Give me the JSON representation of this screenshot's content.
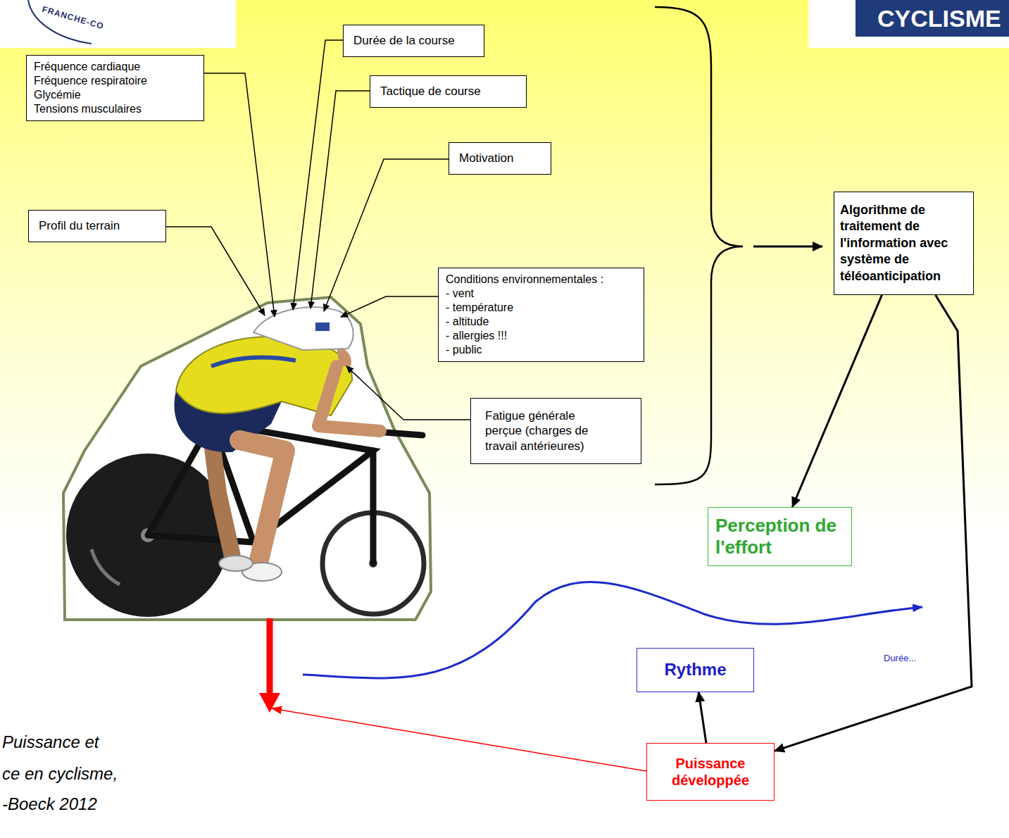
{
  "diagram": {
    "nodes": [
      {
        "text": [
          "Fréquence cardiaque",
          "Fréquence respiratoire",
          "Glycémie",
          "Tensions musculaires"
        ]
      },
      {
        "text": [
          "Durée de la course"
        ]
      },
      {
        "text": [
          "Tactique de course"
        ]
      },
      {
        "text": [
          "Motivation"
        ]
      },
      {
        "text": [
          "Profil du terrain"
        ]
      },
      {
        "text": [
          "Conditions environnementales :",
          "- vent",
          "- température",
          "- altitude",
          "- allergies !!!",
          "- public"
        ]
      },
      {
        "text": [
          "Fatigue générale perçue (charges de travail antérieures)"
        ]
      },
      {
        "text": [
          "Algorithme de traitement de l'information avec système de téléoanticipation"
        ]
      },
      {
        "text": [
          "Perception de l'effort"
        ]
      },
      {
        "text": [
          "Rythme"
        ]
      },
      {
        "text": [
          "Puissance développée"
        ]
      }
    ],
    "edges": [
      {
        "from": 7,
        "to": 8,
        "arrow": "to"
      },
      {
        "from": 7,
        "to": 10,
        "arrow": "to"
      },
      {
        "from": 10,
        "to": 9,
        "arrow": "to"
      }
    ],
    "labels": [
      "FRANCHE-CO",
      "CYCLISME",
      "Durée...",
      "Puissance et",
      "ce en cyclisme,",
      "-Boeck 2012"
    ]
  }
}
